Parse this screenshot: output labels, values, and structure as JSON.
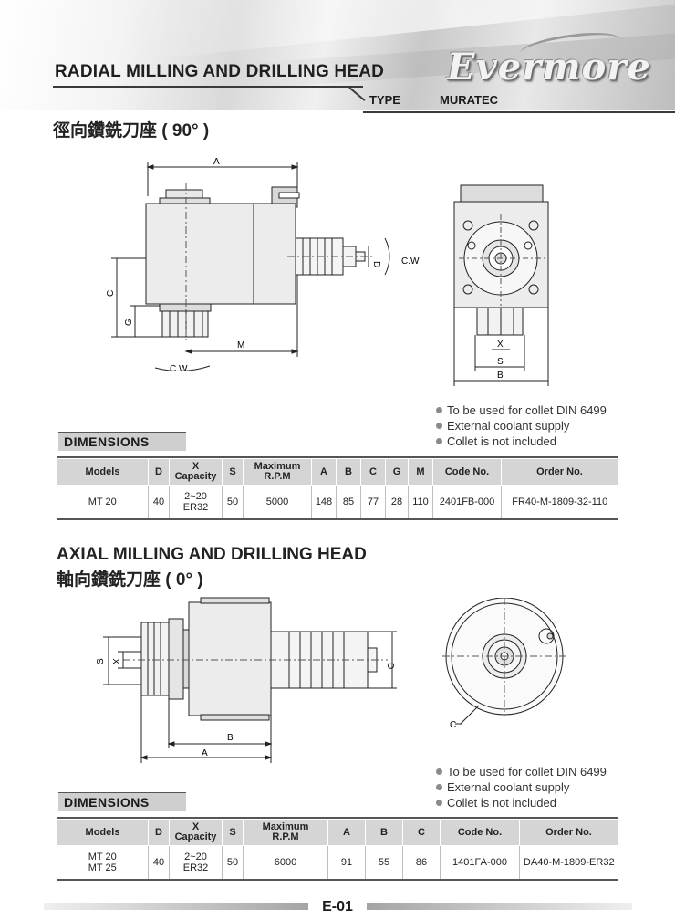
{
  "header": {
    "title": "RADIAL MILLING AND DRILLING HEAD",
    "brand": "Evermore",
    "type_label": "TYPE",
    "type_value": "MURATEC"
  },
  "radial": {
    "cn_title": "徑向鑽銑刀座 ( 90° )",
    "drawing_labels": {
      "a": "A",
      "b": "B",
      "c": "C",
      "d": "D",
      "g": "G",
      "m": "M",
      "s": "S",
      "x": "X",
      "cw": "C.W"
    },
    "notes": [
      "To be used for collet DIN 6499",
      "External coolant supply",
      "Collet is not included"
    ],
    "dimensions_label": "DIMENSIONS",
    "table": {
      "headers": [
        "Models",
        "D",
        "X Capacity",
        "S",
        "Maximum R.P.M",
        "A",
        "B",
        "C",
        "G",
        "M",
        "Code No.",
        "Order No."
      ],
      "header_x_top": "X",
      "header_x_bottom": "Capacity",
      "header_rpm_top": "Maximum",
      "header_rpm_bottom": "R.P.M",
      "row": {
        "models": "MT 20",
        "d": "40",
        "x_top": "2~20",
        "x_bottom": "ER32",
        "s": "50",
        "rpm": "5000",
        "a": "148",
        "b": "85",
        "c": "77",
        "g": "28",
        "m": "110",
        "code": "2401FB-000",
        "order": "FR40-M-1809-32-110"
      }
    }
  },
  "axial": {
    "title": "AXIAL MILLING AND DRILLING HEAD",
    "cn_title": "軸向鑽銑刀座 ( 0° )",
    "drawing_labels": {
      "a": "A",
      "b": "B",
      "c": "C",
      "d": "D",
      "s": "S",
      "x": "X"
    },
    "notes": [
      "To be used for collet DIN 6499",
      "External coolant supply",
      "Collet is not included"
    ],
    "dimensions_label": "DIMENSIONS",
    "table": {
      "headers": [
        "Models",
        "D",
        "X Capacity",
        "S",
        "Maximum R.P.M",
        "A",
        "B",
        "C",
        "Code No.",
        "Order No."
      ],
      "header_x_top": "X",
      "header_x_bottom": "Capacity",
      "header_rpm_top": "Maximum",
      "header_rpm_bottom": "R.P.M",
      "row": {
        "models_1": "MT 20",
        "models_2": "MT 25",
        "d": "40",
        "x_top": "2~20",
        "x_bottom": "ER32",
        "s": "50",
        "rpm": "6000",
        "a": "91",
        "b": "55",
        "c": "86",
        "code": "1401FA-000",
        "order": "DA40-M-1809-ER32"
      }
    }
  },
  "footer": {
    "page": "E-01"
  }
}
